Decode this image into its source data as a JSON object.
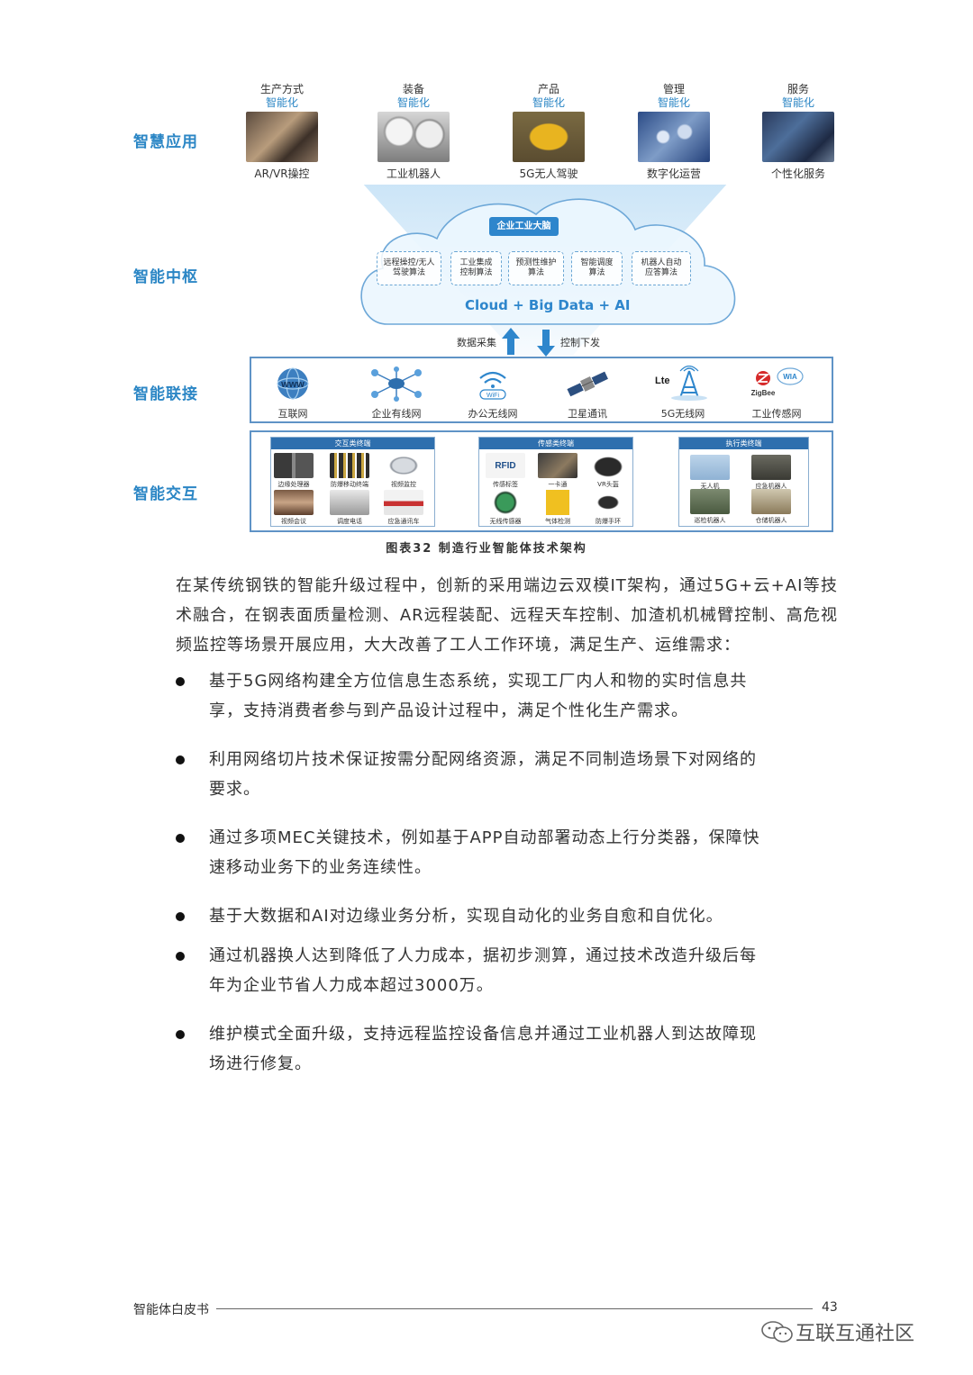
{
  "diagram": {
    "row_labels": {
      "app": "智慧应用",
      "hub": "智能中枢",
      "connect": "智能联接",
      "interact": "智能交互"
    },
    "applications": [
      {
        "top": "生产方式",
        "sub": "智能化",
        "caption": "AR/VR操控"
      },
      {
        "top": "装备",
        "sub": "智能化",
        "caption": "工业机器人"
      },
      {
        "top": "产品",
        "sub": "智能化",
        "caption": "5G无人驾驶"
      },
      {
        "top": "管理",
        "sub": "智能化",
        "caption": "数字化运营"
      },
      {
        "top": "服务",
        "sub": "智能化",
        "caption": "个性化服务"
      }
    ],
    "cloud": {
      "title": "企业工业大脑",
      "algorithms": [
        "远程操控/无人驾驶算法",
        "工业集成控制算法",
        "预测性维护算法",
        "智能调度算法",
        "机器人自动应答算法"
      ],
      "algorithms_lines": [
        [
          "远程操控/无人",
          "驾驶算法"
        ],
        [
          "工业集成",
          "控制算法"
        ],
        [
          "预测性维护",
          "算法"
        ],
        [
          "智能调度",
          "算法"
        ],
        [
          "机器人自动",
          "应答算法"
        ]
      ],
      "tech": "Cloud + Big Data + AI",
      "up_label": "数据采集",
      "down_label": "控制下发"
    },
    "connections": [
      "互联网",
      "企业有线网",
      "办公无线网",
      "卫星通讯",
      "5G无线网",
      "工业传感网"
    ],
    "connection_badges": {
      "www": "www",
      "wifi": "WiFi",
      "lte": "Lte",
      "zigbee": "ZigBee",
      "wia": "WIA"
    },
    "interaction_groups": [
      {
        "title": "交互类终端",
        "devices": [
          "边缘处理器",
          "防爆移动终端",
          "视频监控",
          "视频会议",
          "调度电话",
          "应急通讯车"
        ]
      },
      {
        "title": "传感类终端",
        "devices": [
          "传感标签",
          "一卡通",
          "VR头盔",
          "无线传感器",
          "气体检测",
          "防爆手环"
        ]
      },
      {
        "title": "执行类终端",
        "devices": [
          "无人机",
          "应急机器人",
          "巡检机器人",
          "仓储机器人"
        ]
      }
    ],
    "rfid_text": "RFID",
    "figure_caption": "图表32 制造行业智能体技术架构"
  },
  "body": {
    "paragraph": "在某传统钢铁的智能升级过程中，创新的采用端边云双模IT架构，通过5G+云+AI等技术融合，在钢表面质量检测、AR远程装配、远程天车控制、加渣机机械臂控制、高危视频监控等场景开展应用，大大改善了工人工作环境，满足生产、运维需求：",
    "bullets": [
      "基于5G网络构建全方位信息生态系统，实现工厂内人和物的实时信息共享，支持消费者参与到产品设计过程中，满足个性化生产需求。",
      "利用网络切片技术保证按需分配网络资源，满足不同制造场景下对网络的要求。",
      "通过多项MEC关键技术，例如基于APP自动部署动态上行分类器，保障快速移动业务下的业务连续性。",
      "基于大数据和AI对边缘业务分析，实现自动化的业务自愈和自优化。",
      "通过机器换人达到降低了人力成本，据初步测算，通过技术改造升级后每年为企业节省人力成本超过3000万。",
      "维护模式全面升级，支持远程监控设备信息并通过工业机器人到达故障现场进行修复。"
    ]
  },
  "footer": {
    "title": "智能体白皮书",
    "page": "43",
    "watermark": "互联互通社区"
  }
}
